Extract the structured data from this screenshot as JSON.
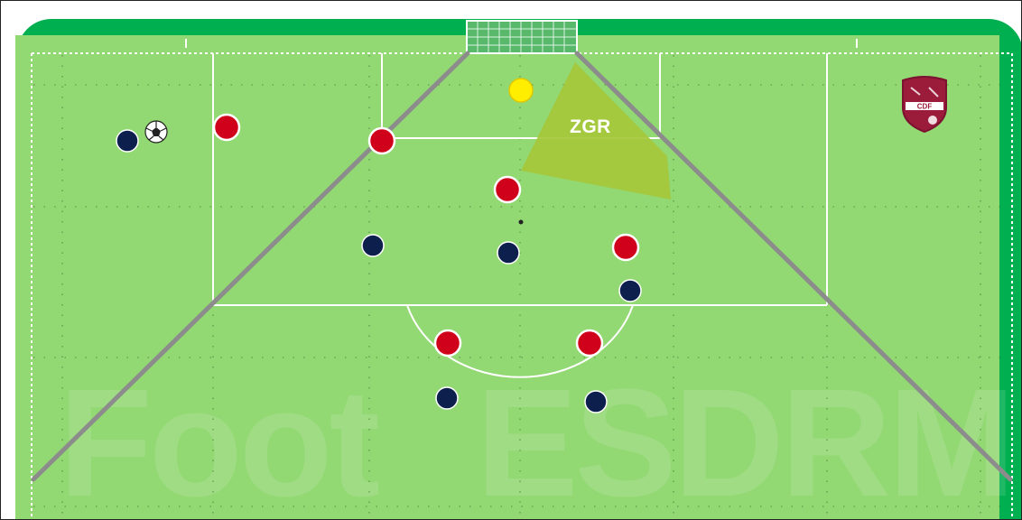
{
  "diagram": {
    "zone_label": "ZGR",
    "watermark": {
      "part1": "Foot",
      "part2": "ESDRM"
    },
    "logo_text": "CDF",
    "colors": {
      "field": "#92d873",
      "border": "#00b050",
      "red_team": "#d0021b",
      "blue_team": "#0d1f4d",
      "ball_marker": "#ffee00",
      "zone": "#a6c83a",
      "diagonal_lines": "#8c8c8c"
    }
  }
}
